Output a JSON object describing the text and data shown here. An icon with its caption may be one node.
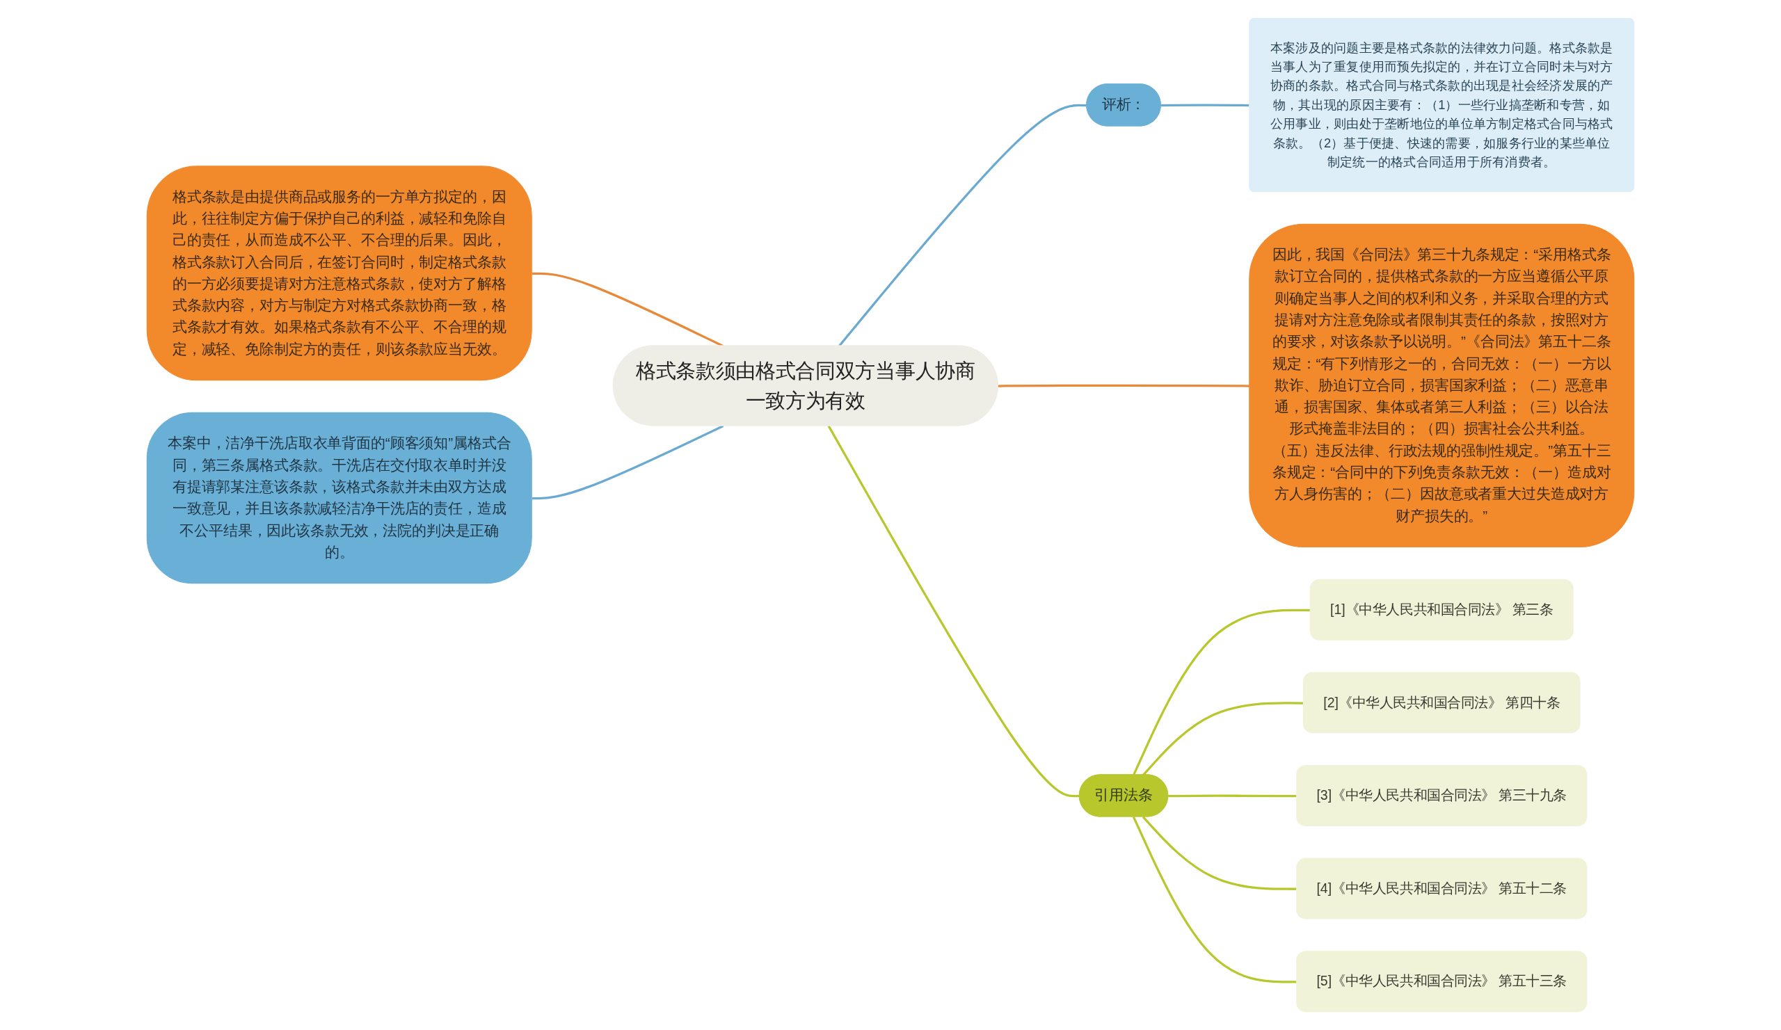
{
  "diagram": {
    "nodes": [
      {
        "text": [
          "格式条款须由格式合同双方当事人协商一致方为有效"
        ]
      },
      {
        "text": [
          "评析："
        ]
      },
      {
        "text": [
          "本案涉及的问题主要是格式条款的法律效力问题。格式条款是当事人为了重复使用而预先拟定的，并在订立合同时未与对方协商的条款。格式合同与格式条款的出现是社会经济发展的产物，其出现的原因主要有：（1）一些行业搞垄断和专营，如公用事业，则由处于垄断地位的单位单方制定格式合同与格式条款。（2）基于便捷、快速的需要，如服务行业的某些单位制定统一的格式合同适用于所有消费者。"
        ]
      },
      {
        "text": [
          "格式条款是由提供商品或服务的一方单方拟定的，因此，往往制定方偏于保护自己的利益，减轻和免除自己的责任，从而造成不公平、不合理的后果。因此，格式条款订入合同后，在签订合同时，制定格式条款的一方必须要提请对方注意格式条款，使对方了解格式条款内容，对方与制定方对格式条款协商一致，格式条款才有效。如果格式条款有不公平、不合理的规定，减轻、免除制定方的责任，则该条款应当无效。"
        ]
      },
      {
        "text": [
          "因此，我国《合同法》第三十九条规定：“采用格式条款订立合同的，提供格式条款的一方应当遵循公平原则确定当事人之间的权利和义务，并采取合理的方式提请对方注意免除或者限制其责任的条款，按照对方的要求，对该条款予以说明。”《合同法》第五十二条规定：“有下列情形之一的，合同无效：（一）一方以欺诈、胁迫订立合同，损害国家利益；（二）恶意串通，损害国家、集体或者第三人利益；（三）以合法形式掩盖非法目的；（四）损害社会公共利益。（五）违反法律、行政法规的强制性规定。”第五十三条规定：“合同中的下列免责条款无效：（一）造成对方人身伤害的；（二）因故意或者重大过失造成对方财产损失的。”"
        ]
      },
      {
        "text": [
          "本案中，洁净干洗店取衣单背面的“顾客须知”属格式合同，第三条属格式条款。干洗店在交付取衣单时并没有提请郭某注意该条款，该格式条款并未由双方达成一致意见，并且该条款减轻洁净干洗店的责任，造成不公平结果，因此该条款无效，法院的判决是正确的。"
        ]
      },
      {
        "text": [
          "引用法条"
        ]
      },
      {
        "text": [
          "[1]《中华人民共和国合同法》 第三条"
        ]
      },
      {
        "text": [
          "[2]《中华人民共和国合同法》 第四十条"
        ]
      },
      {
        "text": [
          "[3]《中华人民共和国合同法》 第三十九条"
        ]
      },
      {
        "text": [
          "[4]《中华人民共和国合同法》 第五十二条"
        ]
      },
      {
        "text": [
          "[5]《中华人民共和国合同法》 第五十三条"
        ]
      }
    ],
    "edges": [
      {
        "from": 0,
        "to": 1,
        "arrow": "none",
        "color": "#6aaad2"
      },
      {
        "from": 1,
        "to": 2,
        "arrow": "none",
        "color": "#6aaad2"
      },
      {
        "from": 3,
        "to": 0,
        "arrow": "none",
        "color": "#e8893a"
      },
      {
        "from": 0,
        "to": 4,
        "arrow": "none",
        "color": "#e8893a"
      },
      {
        "from": 5,
        "to": 0,
        "arrow": "none",
        "color": "#6aaad2"
      },
      {
        "from": 0,
        "to": 6,
        "arrow": "none"
      },
      {
        "from": 6,
        "to": 7,
        "arrow": "none"
      },
      {
        "from": 6,
        "to": 8,
        "arrow": "none"
      },
      {
        "from": 6,
        "to": 9,
        "arrow": "none"
      },
      {
        "from": 6,
        "to": 10,
        "arrow": "none"
      },
      {
        "from": 6,
        "to": 11,
        "arrow": "none"
      }
    ]
  }
}
